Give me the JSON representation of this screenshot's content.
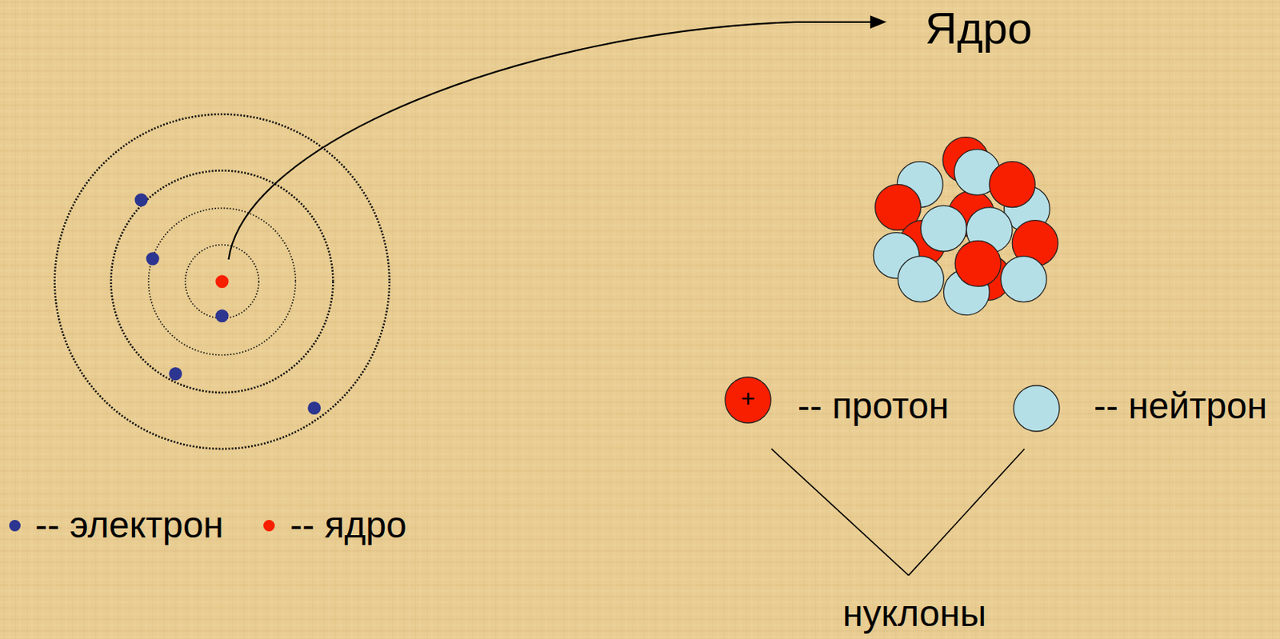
{
  "diagram": {
    "nodes": [
      {
        "text": [
          "+"
        ]
      }
    ],
    "labels": [
      "Ядро",
      "-- протон",
      "нуклоны"
    ],
    "legend": [
      {
        "text": "-- нейтрон",
        "color": "#b5dfe6"
      },
      {
        "text": "-- электрон",
        "color": "#2c3590"
      },
      {
        "text": "-- ядро",
        "color": "#f81f00"
      }
    ]
  }
}
